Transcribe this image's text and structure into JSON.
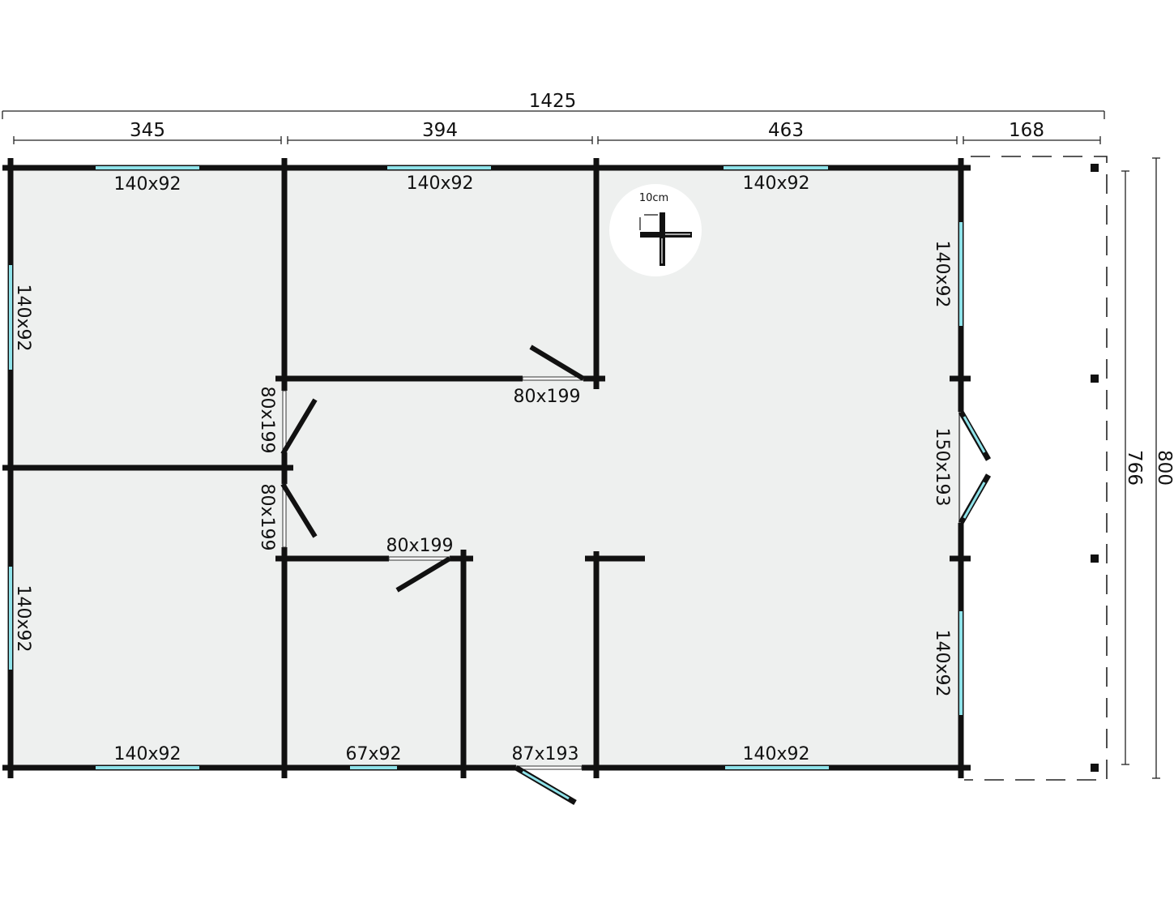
{
  "dimensions": {
    "total_width": "1425",
    "segments": [
      "345",
      "394",
      "463",
      "168"
    ],
    "depth_inner": "766",
    "depth_total": "800"
  },
  "windows": {
    "top_left": "140x92",
    "top_middle": "140x92",
    "top_right": "140x92",
    "bottom_left": "140x92",
    "bottom_small": "67x92",
    "bottom_right": "140x92",
    "left_upper": "140x92",
    "left_lower": "140x92",
    "right_upper": "140x92",
    "right_lower": "140x92"
  },
  "doors": {
    "upper_room": "80x199",
    "left_upper": "80x199",
    "left_lower": "80x199",
    "small_room": "80x199",
    "entrance": "87x193",
    "double_door": "150x193"
  },
  "legend": {
    "wall_thickness": "10cm"
  },
  "colors": {
    "floor": "#eef0ef",
    "wall": "#111111",
    "glass": "#8fe3ea"
  }
}
